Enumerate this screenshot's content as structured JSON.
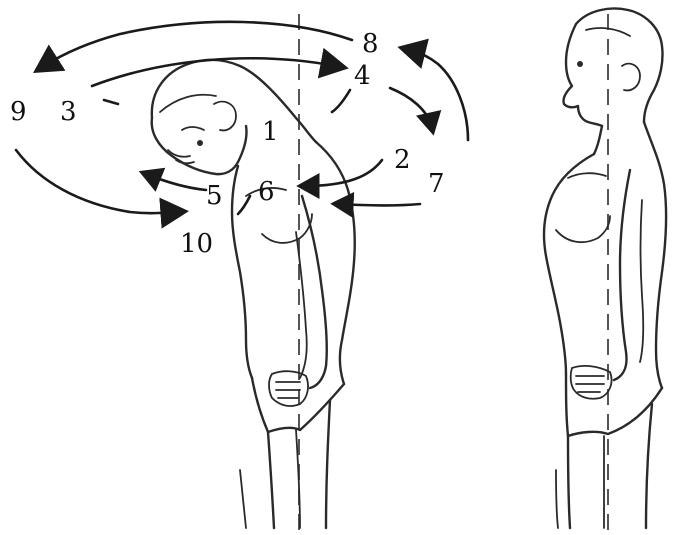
{
  "figure": {
    "step_labels": {
      "n1": "1",
      "n2": "2",
      "n3": "3",
      "n4": "4",
      "n5": "5",
      "n6": "6",
      "n7": "7",
      "n8": "8",
      "n9": "9",
      "n10": "10"
    },
    "arrow_color": "#1a1a1a",
    "line_color": "#2a2a2a",
    "axis_color": "#555555"
  }
}
